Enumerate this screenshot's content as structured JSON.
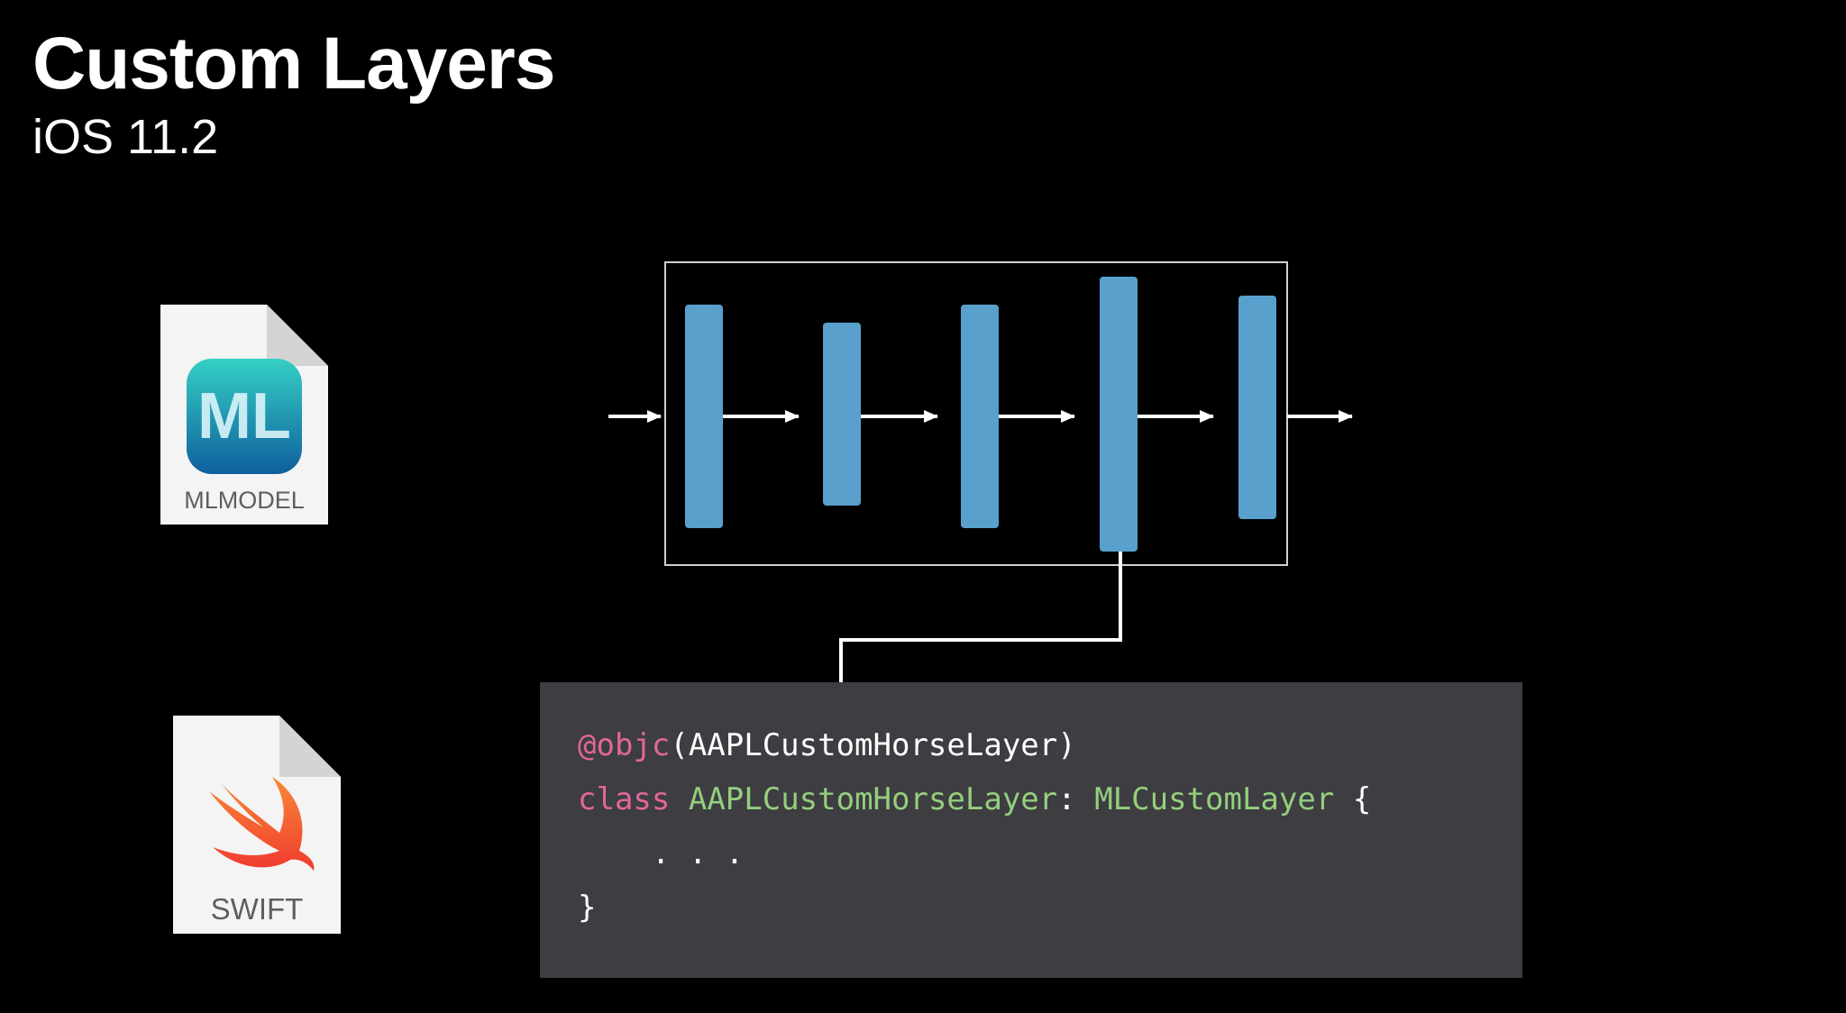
{
  "slide": {
    "title": "Custom Layers",
    "subtitle": "iOS 11.2"
  },
  "files": [
    {
      "label": "MLMODEL",
      "icon": "ml-model-file-icon",
      "accent": "#21b3bf"
    },
    {
      "label": "SWIFT",
      "icon": "swift-file-icon",
      "accent": "#f05138"
    }
  ],
  "diagram": {
    "layer_count": 5,
    "layer_color": "#5aa0cd",
    "arrow_color": "#ffffff",
    "highlighted_layer_index": 4
  },
  "code": {
    "line1": {
      "attr": "@objc",
      "rest": "(AAPLCustomHorseLayer)"
    },
    "line2": {
      "keyword": "class",
      "space1": " ",
      "class_name": "AAPLCustomHorseLayer",
      "colon": ": ",
      "superclass": "MLCustomLayer",
      "brace": " {"
    },
    "line3": "    . . .",
    "line4": "}"
  }
}
